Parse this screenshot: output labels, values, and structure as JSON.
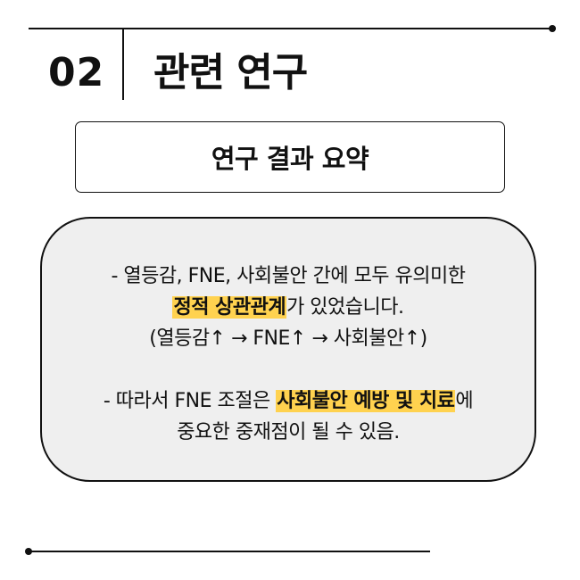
{
  "header": {
    "number": "02",
    "title": "관련 연구"
  },
  "summary": {
    "title": "연구 결과 요약"
  },
  "content": {
    "line1": "- 열등감, FNE, 사회불안 간에 모두 유의미한",
    "line2_highlight": "정적 상관관계",
    "line2_rest": "가 있었습니다.",
    "line3": "(열등감↑ → FNE↑ → 사회불안↑)",
    "line4_pre": "- 따라서 FNE 조절은 ",
    "line4_highlight": "사회불안 예방 및 치료",
    "line4_post": "에",
    "line5": "중요한 중재점이 될 수 있음."
  },
  "colors": {
    "highlight": "#ffd24f",
    "card_background": "#efefef",
    "line": "#111111"
  }
}
